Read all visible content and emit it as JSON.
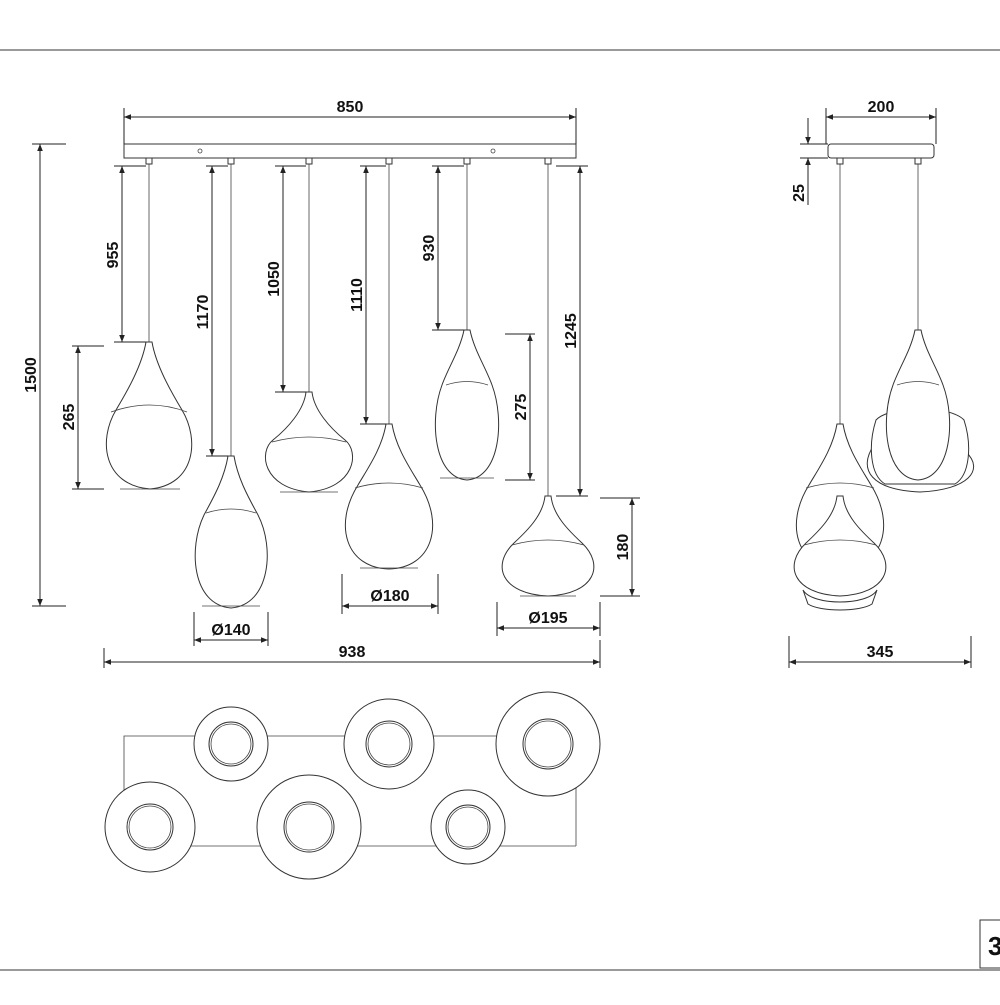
{
  "dimensions": {
    "canopy_length": "850",
    "total_height": "1500",
    "overall_width": "938",
    "side_canopy_width": "200",
    "canopy_thickness": "25",
    "side_overall_width": "345",
    "cable_1": "955",
    "cable_2": "1170",
    "cable_3": "1050",
    "cable_4": "1110",
    "cable_5": "930",
    "cable_6": "1245",
    "shade_height_1": "265",
    "shade_height_5": "275",
    "shade_height_6": "180",
    "diameter_2": "Ø140",
    "diameter_4": "Ø180",
    "diameter_6": "Ø195"
  },
  "page_marker": "3"
}
